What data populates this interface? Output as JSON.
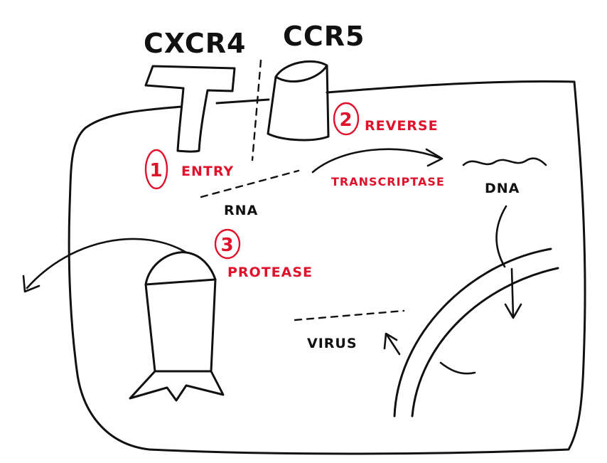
{
  "colors": {
    "ink": "#111111",
    "accent": "#e0112b"
  },
  "receptors": {
    "left_label": "CXCR4",
    "right_label": "CCR5"
  },
  "steps": [
    {
      "number": "1",
      "label": "ENTRY"
    },
    {
      "number": "2",
      "label": "REVERSE",
      "label_line2": "TRANSCRIPTASE"
    },
    {
      "number": "3",
      "label": "PROTEASE"
    }
  ],
  "molecules": {
    "rna": "RNA",
    "dna": "DNA",
    "virus": "VIRUS"
  }
}
